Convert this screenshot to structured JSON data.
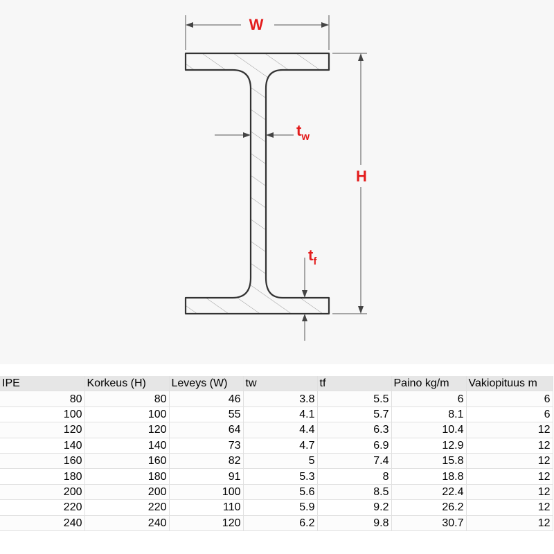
{
  "diagram": {
    "labels": {
      "width": "W",
      "height": "H",
      "web_thickness_base": "t",
      "web_thickness_sub": "w",
      "flange_thickness_base": "t",
      "flange_thickness_sub": "f"
    },
    "colors": {
      "label": "#e31c1c",
      "outline": "#333333",
      "background": "#f7f7f7"
    }
  },
  "table": {
    "headers": [
      "IPE",
      "Korkeus (H)",
      "Leveys (W)",
      "tw",
      "tf",
      "Paino kg/m",
      "Vakiopituus m"
    ],
    "rows": [
      [
        "80",
        "80",
        "46",
        "3.8",
        "5.5",
        "6",
        "6"
      ],
      [
        "100",
        "100",
        "55",
        "4.1",
        "5.7",
        "8.1",
        "6"
      ],
      [
        "120",
        "120",
        "64",
        "4.4",
        "6.3",
        "10.4",
        "12"
      ],
      [
        "140",
        "140",
        "73",
        "4.7",
        "6.9",
        "12.9",
        "12"
      ],
      [
        "160",
        "160",
        "82",
        "5",
        "7.4",
        "15.8",
        "12"
      ],
      [
        "180",
        "180",
        "91",
        "5.3",
        "8",
        "18.8",
        "12"
      ],
      [
        "200",
        "200",
        "100",
        "5.6",
        "8.5",
        "22.4",
        "12"
      ],
      [
        "220",
        "220",
        "110",
        "5.9",
        "9.2",
        "26.2",
        "12"
      ],
      [
        "240",
        "240",
        "120",
        "6.2",
        "9.8",
        "30.7",
        "12"
      ]
    ]
  }
}
